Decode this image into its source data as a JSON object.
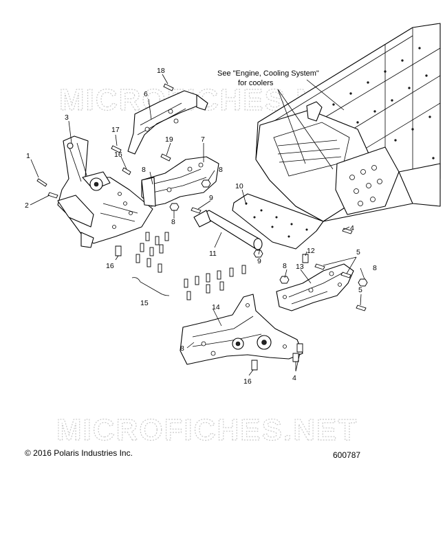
{
  "watermark": "MICROFICHES.NET",
  "note": {
    "line1": "See \"Engine, Cooling System\"",
    "line2": "for coolers"
  },
  "callouts": [
    {
      "id": "c1",
      "label": "1"
    },
    {
      "id": "c2",
      "label": "2"
    },
    {
      "id": "c3",
      "label": "3"
    },
    {
      "id": "c4a",
      "label": "4"
    },
    {
      "id": "c4b",
      "label": "4"
    },
    {
      "id": "c5a",
      "label": "5"
    },
    {
      "id": "c5b",
      "label": "5"
    },
    {
      "id": "c6",
      "label": "6"
    },
    {
      "id": "c7",
      "label": "7"
    },
    {
      "id": "c8a",
      "label": "8"
    },
    {
      "id": "c8b",
      "label": "8"
    },
    {
      "id": "c8c",
      "label": "8"
    },
    {
      "id": "c8d",
      "label": "8"
    },
    {
      "id": "c8e",
      "label": "8"
    },
    {
      "id": "c8f",
      "label": "8"
    },
    {
      "id": "c9a",
      "label": "9"
    },
    {
      "id": "c9b",
      "label": "9"
    },
    {
      "id": "c10",
      "label": "10"
    },
    {
      "id": "c11",
      "label": "11"
    },
    {
      "id": "c12",
      "label": "12"
    },
    {
      "id": "c13",
      "label": "13"
    },
    {
      "id": "c14",
      "label": "14"
    },
    {
      "id": "c15",
      "label": "15"
    },
    {
      "id": "c16a",
      "label": "16"
    },
    {
      "id": "c16b",
      "label": "16"
    },
    {
      "id": "c16c",
      "label": "16"
    },
    {
      "id": "c17",
      "label": "17"
    },
    {
      "id": "c18",
      "label": "18"
    },
    {
      "id": "c19",
      "label": "19"
    }
  ],
  "footer": {
    "copyright": "© 2016 Polaris Industries Inc.",
    "drawing_number": "600787"
  }
}
